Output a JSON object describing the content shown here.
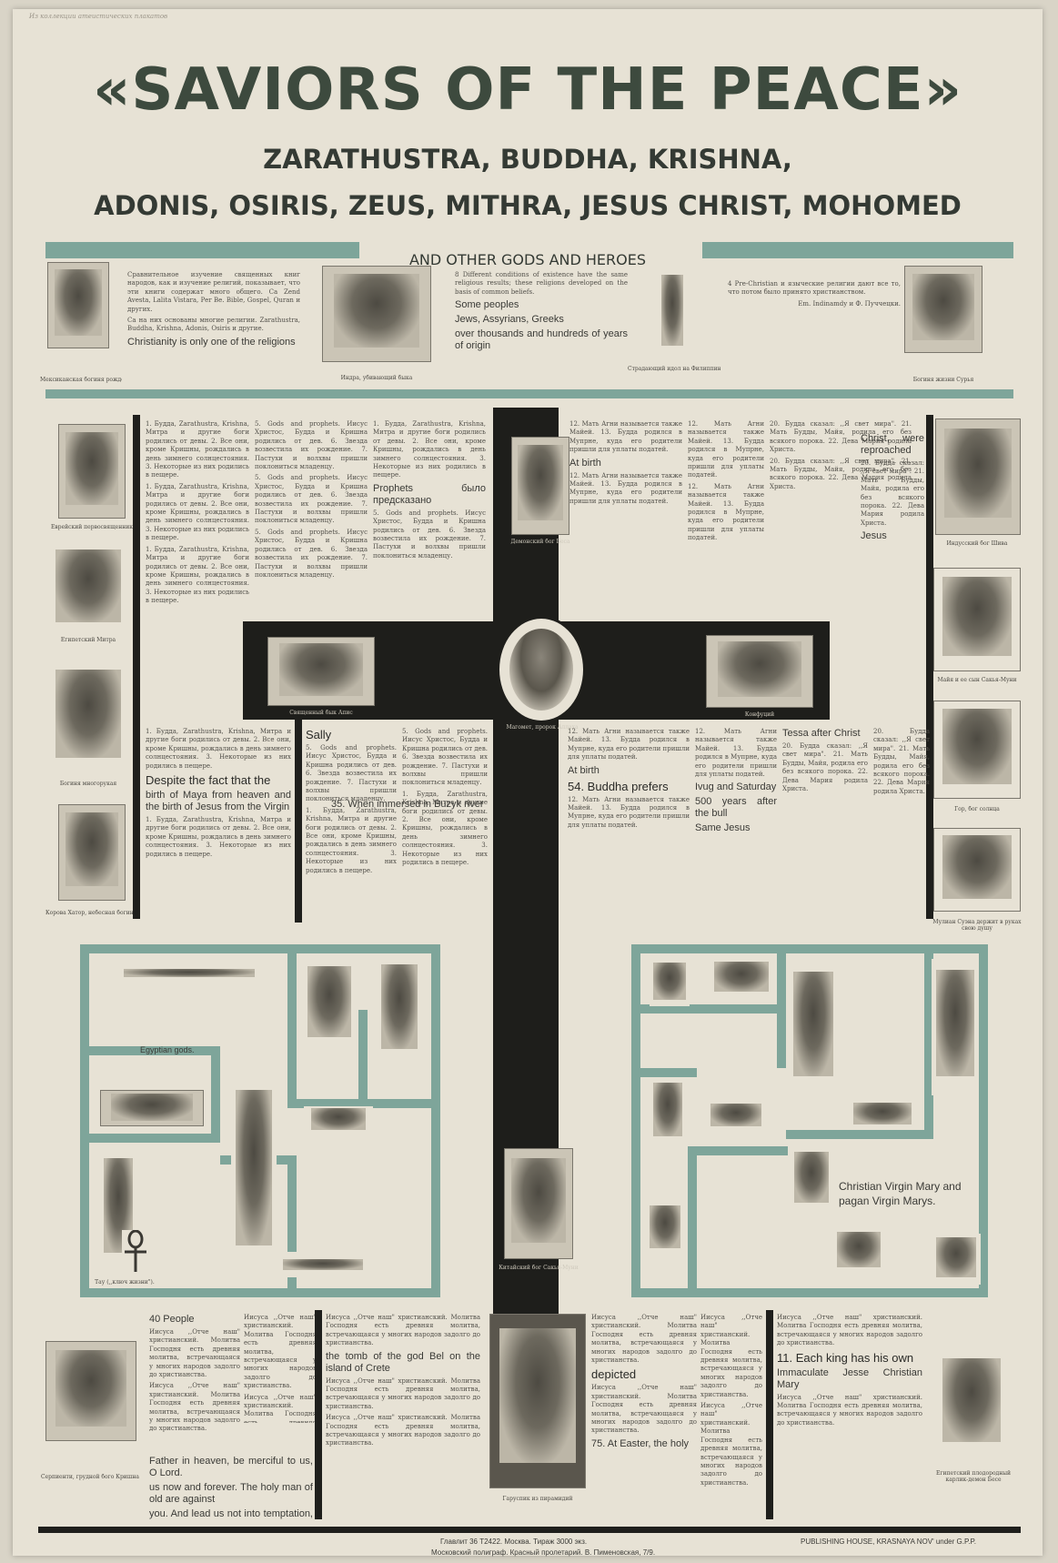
{
  "poster": {
    "title": "«SAVIORS OF THE PEACE»",
    "subtitle_line1": "ZARATHUSTRA, BUDDHA, KRISHNA,",
    "subtitle_line2": "ADONIS, OSIRIS, ZEUS, MITHRA, JESUS CHRIST, MOHOMED",
    "subtitle_line3": "AND OTHER GODS AND HEROES",
    "accent_color": "#7ea59a",
    "ink_color": "#1e1e1b"
  },
  "top_row": {
    "col1_text": "Сравнительное изучение священных книг народов, как и изучение религий, показывает, что эти книги содержат много общего. Ca Zend Avesta, Lalita Vistara, Per Be. Bible, Gospel, Quran и других.",
    "col1_text_b": "Ca на них основаны многие религии. Zarathustra, Buddha, Krishna, Adonis, Osiris и другие.",
    "col1_en": "Christianity is only one of the religions",
    "col2_en_a": "Some peoples",
    "col2_en_b": "over thousands and hundreds of years of origin",
    "col2_en_c": "Jews, Assyrians, Greeks",
    "col2_text": "8 Different conditions of existence have the same religious results; these religions developed on the basis of common beliefs.",
    "col3_text": "4 Pre-Christian и языческие религии дают все то, что потом было принято христианством.",
    "col3_sign": "Em. Indinamdy и Ф. Пуччецки."
  },
  "captions": {
    "cap_tl": "Мексиканская богиня рождения.",
    "cap_t2": "Индра, убивающий быка",
    "cap_t3": "Страдающий идол на Филиппинских островах",
    "cap_tr": "Богиня жизни Сурья",
    "cap_l1": "Еврейский первосвященник",
    "cap_l2": "Египетский Митра",
    "cap_l3": "Богиня многорукая",
    "cap_l4": "Корова Хатор, небесная богиня",
    "cap_c1": "Демонский бог Беса",
    "cap_c2": "Священный бык Апис",
    "cap_c3": "Магомет, пророк Аллаха",
    "cap_c4": "Конфуций",
    "cap_r1": "Индусский бог Шива",
    "cap_r2": "Майя и ее сын Сакья-Муни",
    "cap_r3": "Гор, бог солнца",
    "cap_r4": "Мулиан Суэна держит в руках свою душу",
    "cap_b1": "Китайский бог Сакья-Муни",
    "cap_egypt": "Egyptian gods.",
    "cap_ankh": "Тау (,,ключ жизни\").",
    "cap_bot_l": "Серпиенти, грудной бого Кришна",
    "cap_bot_c": "Гаруспик из пирамидий",
    "cap_bot_r": "Египетский плодородный карлик-демон Бесе"
  },
  "virgin_mary_note": "Christian Virgin Mary and pagan Virgin Marys.",
  "left_col": {
    "en1": "Despite the fact that the",
    "en2": "birth of Maya from heaven and the birth of Jesus from the Virgin",
    "ru": "1. Будда, Zarathustra, Krishna, Митра и другие боги родились от девы. 2. Все они, кроме Кришны, рождались в день зимнего солнцестояния. 3. Некоторые из них родились в пещере."
  },
  "center_col": {
    "en1": "Sally",
    "en2": "35. When immersed in Buzyk river",
    "en3": "Prophets было предсказано",
    "ru": "5. Gods and prophets. Иисус Христос, Будда и Кришна родились от дев. 6. Звезда возвестила их рождение. 7. Пастухи и волхвы пришли поклониться младенцу."
  },
  "right_col": {
    "en1": "At birth",
    "en2": "54. Buddha prefers",
    "en3": "Ivug and Saturday",
    "en4": "500 years after the bull",
    "en5": "Same Jesus",
    "en6": "Tessa after Christ",
    "ru": "12. Мать Агни называется также Майей. 13. Будда родился в Мупрне, куда его родители пришли для уплаты податей."
  },
  "far_right_col": {
    "en1": "Christ, were reproached",
    "en2": "Jesus",
    "ru": "20. Будда сказал: ,,Я свет мира\". 21. Мать Будды, Майя, родила его без всякого порока. 22. Дева Мария родила Христа."
  },
  "bottom_row": {
    "en1": "40 People",
    "en2": "Father in heaven, be merciful to us, O Lord.",
    "en3": "us now and forever. The holy man of old are against",
    "en4": "you. And lead us not into temptation, but deliver us",
    "en5": "the tomb of the god Bel on the island of Crete",
    "en6": "depicted",
    "en7": "75. At Easter, the holy",
    "en8": "11. Each king has his own",
    "en9": "Immaculate Jesse Christian Mary",
    "ru": "Иисуса ,,Отче наш\" христианский. Молитва Господня есть древняя молитва, встречающаяся у многих народов задолго до христианства."
  },
  "footer": {
    "left": "Главлит 36 Т2422. Москва. Тираж 3000 экз.",
    "left2": "Московский полиграф. Красный пролетарий. В. Пименовская, 7/9.",
    "right": "PUBLISHING HOUSE, KRASNAYA NOV' under G.P.P."
  },
  "hand_note": "Из коллекции атеистических плакатов"
}
